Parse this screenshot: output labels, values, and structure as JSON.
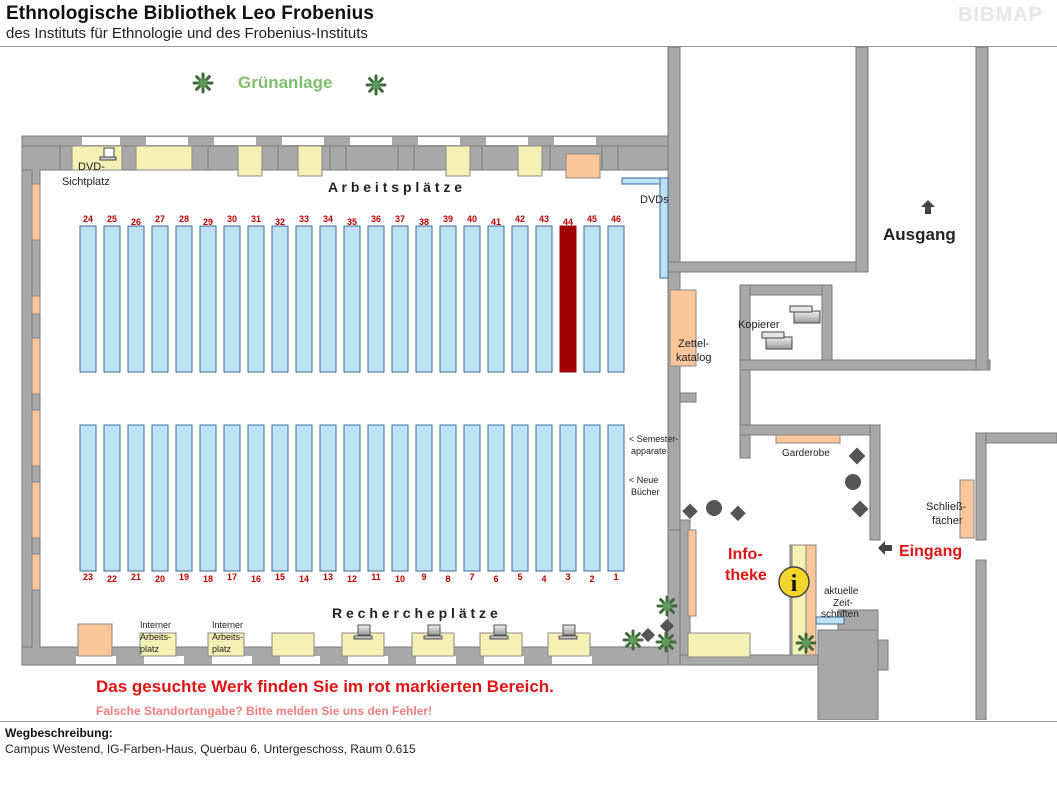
{
  "header": {
    "title": "Ethnologische Bibliothek Leo Frobenius",
    "subtitle": "des Instituts für Ethnologie und des Frobenius-Instituts",
    "brand": "BIBMAP"
  },
  "map": {
    "green_area": "Grünanlage",
    "dvd_place_line1": "DVD-",
    "dvd_place_line2": "Sichtplatz",
    "work_places": "A r b e i t s p l ä t z e",
    "research_places": "R e c h e r c h e p l ä t z e",
    "dvds": "DVDs",
    "exit": "Ausgang",
    "copier": "Kopierer",
    "card_catalog_line1": "Zettel-",
    "card_catalog_line2": "katalog",
    "semester_line1": "< Semester-",
    "semester_line2": "apparate",
    "new_books_line1": "< Neue",
    "new_books_line2": "Bücher",
    "wardrobe": "Garderobe",
    "lockers_line1": "Schließ-",
    "lockers_line2": "fächer",
    "entrance": "Eingang",
    "info_line1": "Info-",
    "info_line2": "theke",
    "journals_line1": "aktuelle",
    "journals_line2": "Zeit-",
    "journals_line3": "schriften",
    "internal_ws_line1": "Interner",
    "internal_ws_line2": "Arbeits-",
    "internal_ws_line3": "platz",
    "upper_shelves": [
      "24",
      "25",
      "26",
      "27",
      "28",
      "29",
      "30",
      "31",
      "32",
      "33",
      "34",
      "35",
      "36",
      "37",
      "38",
      "39",
      "40",
      "41",
      "42",
      "43",
      "44",
      "45",
      "46"
    ],
    "lower_shelves": [
      "23",
      "22",
      "21",
      "20",
      "19",
      "18",
      "17",
      "16",
      "15",
      "14",
      "13",
      "12",
      "11",
      "10",
      "9",
      "8",
      "7",
      "6",
      "5",
      "4",
      "3",
      "2",
      "1"
    ],
    "highlighted_shelf": "44"
  },
  "message": {
    "main": "Das gesuchte Werk finden Sie im rot markierten Bereich.",
    "report": "Falsche Standortangabe? Bitte melden Sie uns den Fehler!"
  },
  "directions": {
    "label": "Wegbeschreibung:",
    "text": "Campus Westend, IG-Farben-Haus, Querbau 6, Untergeschoss, Raum 0.615"
  },
  "colors": {
    "wall": "#a8a8a8",
    "shelf": "#bfe0f5",
    "shelf_border": "#3a6e9a",
    "shelf_highlight": "#a00000",
    "furniture_yellow": "#f5f0b4",
    "furniture_orange": "#fbc79a",
    "shelf_number": "#c00000",
    "accent_red": "#e01414",
    "green_text": "#7fbf6f"
  }
}
